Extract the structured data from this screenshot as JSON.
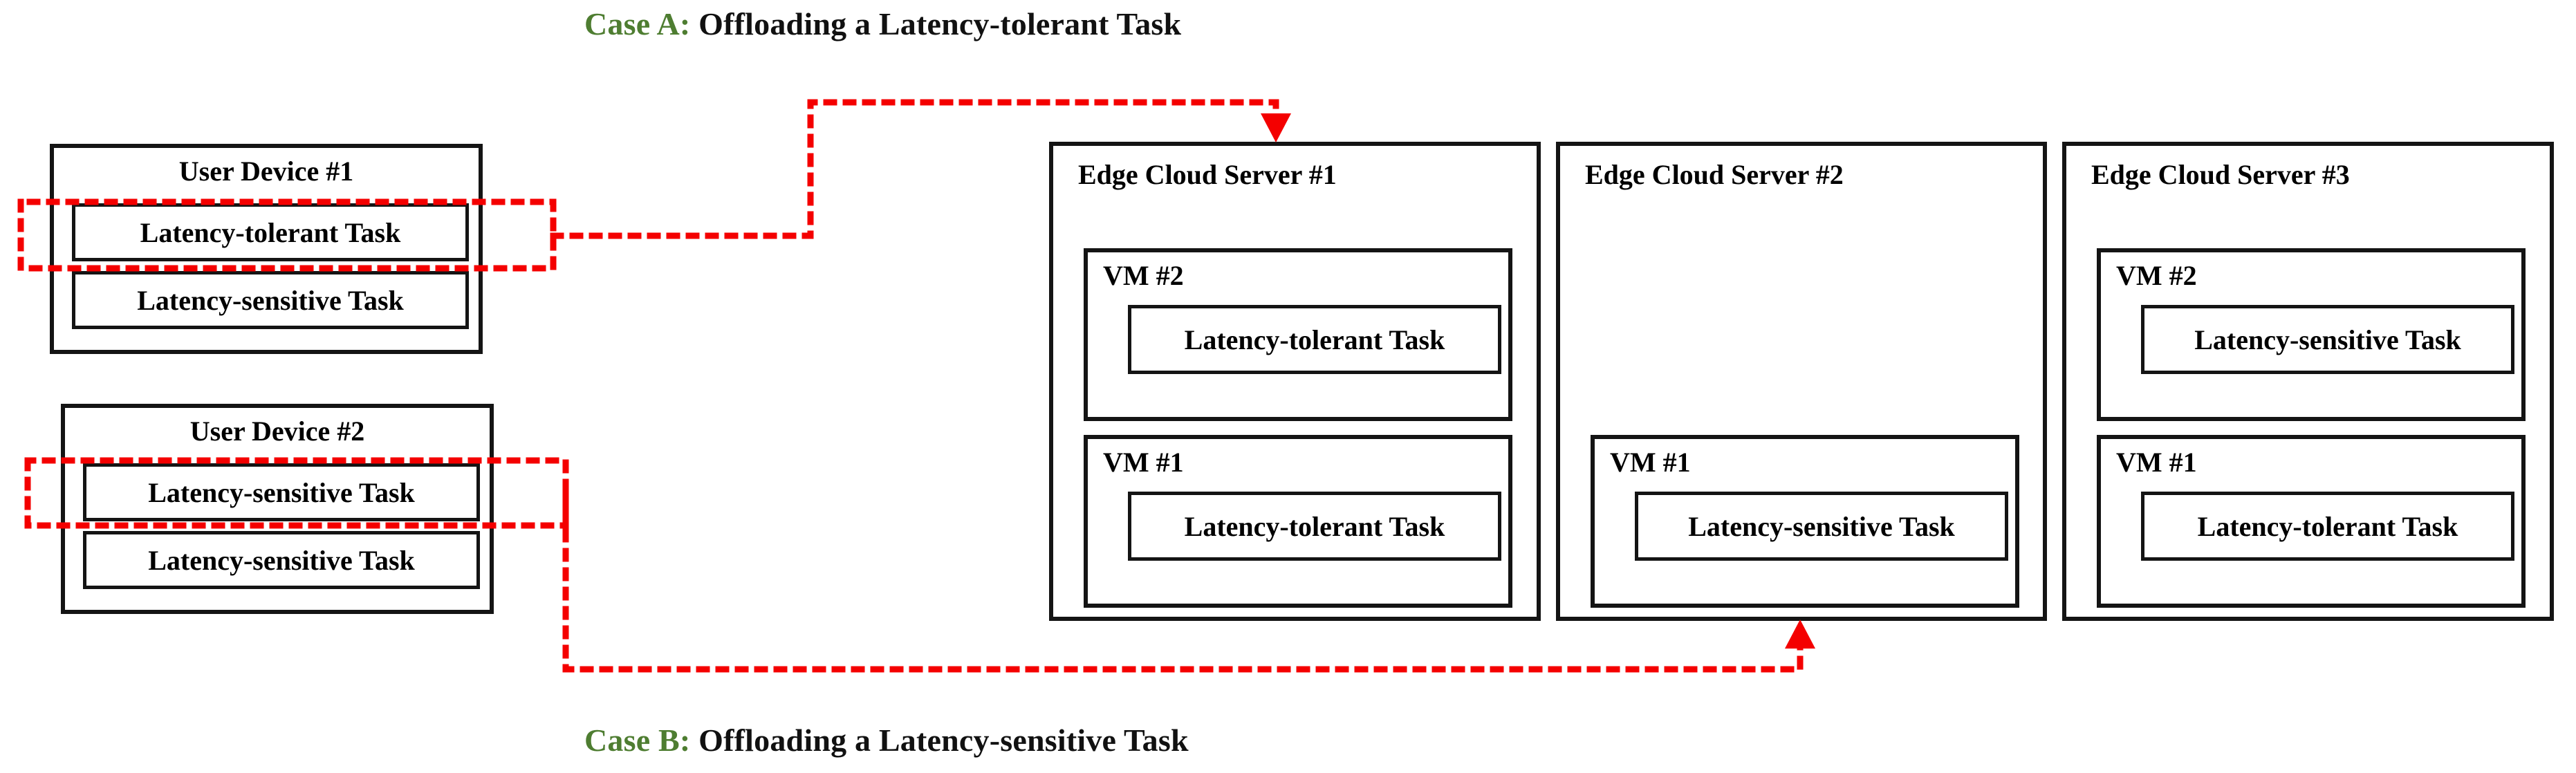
{
  "captions": {
    "case_a": {
      "label": "Case A:",
      "text": " Offloading a Latency-tolerant Task"
    },
    "case_b": {
      "label": "Case B:",
      "text": " Offloading a Latency-sensitive Task"
    }
  },
  "colors": {
    "case_label_green": "#4e7d31",
    "flow_red": "#f40000",
    "box_border": "#141414",
    "background": "#ffffff",
    "text": "#000000"
  },
  "user_devices": [
    {
      "title": "User Device #1",
      "tasks": [
        {
          "label": "Latency-tolerant Task",
          "highlighted": true
        },
        {
          "label": "Latency-sensitive Task",
          "highlighted": false
        }
      ]
    },
    {
      "title": "User Device #2",
      "tasks": [
        {
          "label": "Latency-sensitive Task",
          "highlighted": true
        },
        {
          "label": "Latency-sensitive Task",
          "highlighted": false
        }
      ]
    }
  ],
  "edge_servers": [
    {
      "title": "Edge Cloud Server #1",
      "vms": [
        {
          "name": "VM #2",
          "task": "Latency-tolerant Task"
        },
        {
          "name": "VM #1",
          "task": "Latency-tolerant Task"
        }
      ]
    },
    {
      "title": "Edge Cloud Server #2",
      "vms": [
        {
          "name": "VM #1",
          "task": "Latency-sensitive Task"
        }
      ]
    },
    {
      "title": "Edge Cloud Server #3",
      "vms": [
        {
          "name": "VM #2",
          "task": "Latency-sensitive Task"
        },
        {
          "name": "VM #1",
          "task": "Latency-tolerant Task"
        }
      ]
    }
  ],
  "flows": [
    {
      "name": "case-a-offload-flow",
      "from": "User Device #1 / Latency-tolerant Task",
      "to": "Edge Cloud Server #1",
      "style": "red-dotted-arrow"
    },
    {
      "name": "case-b-offload-flow",
      "from": "User Device #2 / Latency-sensitive Task",
      "to": "Edge Cloud Server #2",
      "style": "red-dotted-arrow"
    }
  ]
}
